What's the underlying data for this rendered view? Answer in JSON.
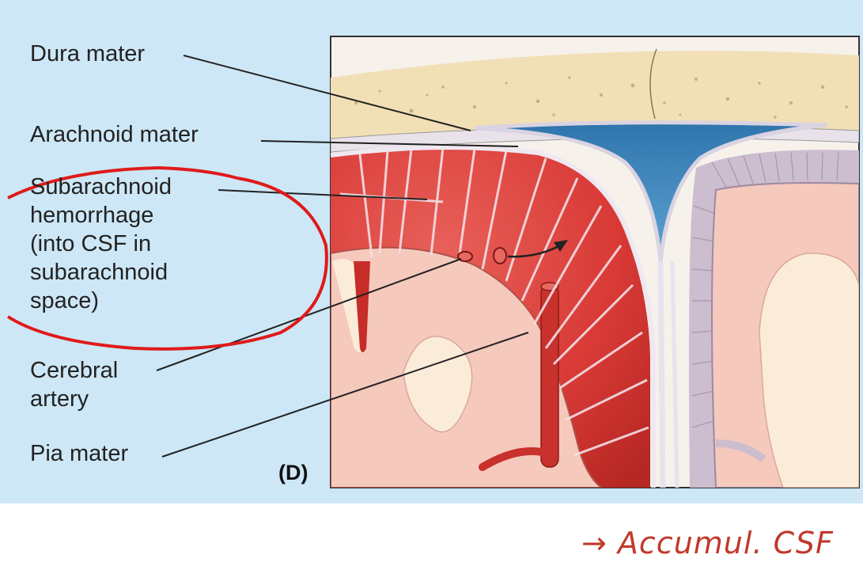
{
  "labels": {
    "dura": "Dura mater",
    "arachnoid": "Arachnoid mater",
    "subarachnoid_lines": [
      "Subarachnoid",
      "hemorrhage",
      "(into CSF in",
      "subarachnoid",
      "space)"
    ],
    "cerebral_lines": [
      "Cerebral",
      "artery"
    ],
    "pia": "Pia mater"
  },
  "panel_letter": "(D)",
  "handwritten_note": "→ Accumul. CSF",
  "colors": {
    "panel_bg": "#cde7f6",
    "bone": "#f1dfb6",
    "csf_blue": "#3f86bd",
    "hemorrhage_red": "#d93a36",
    "brain_pink": "#f6c9bd",
    "annotation_red": "#e01a1a"
  }
}
